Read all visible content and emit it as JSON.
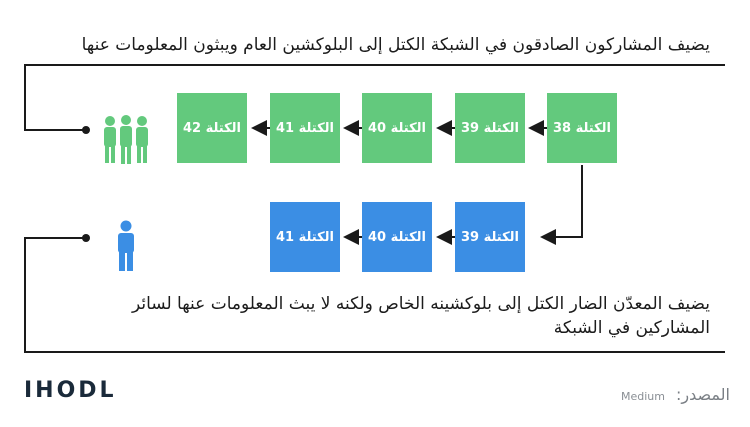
{
  "top_caption": "يضيف المشاركون الصادقون في الشبكة الكتل إلى البلوكشين العام ويبثون المعلومات عنها",
  "bottom_caption": "يضيف المعدّن الضار الكتل إلى بلوكشينه الخاص ولكنه لا يبث المعلومات عنها لسائر المشاركين في الشبكة",
  "public_chain": [
    "الكتلة 38",
    "الكتلة 39",
    "الكتلة 40",
    "الكتلة 41",
    "الكتلة 42"
  ],
  "private_chain": [
    "الكتلة 39",
    "الكتلة 40",
    "الكتلة 41"
  ],
  "logo": "IHODL",
  "source_label": "المصدر:",
  "source_name": "Medium",
  "colors": {
    "green": "#63c97d",
    "blue": "#3b8ee4",
    "line": "#1a1a1a"
  },
  "icons": {
    "honest": "group-of-people-icon",
    "miner": "single-person-icon"
  }
}
